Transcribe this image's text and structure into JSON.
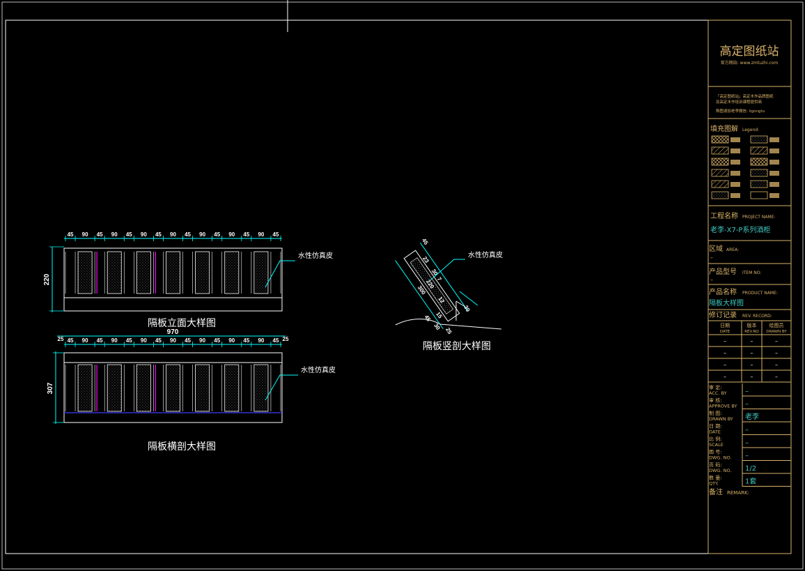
{
  "colors": {
    "background": "#000000",
    "frame": "#ffffff",
    "title_block": "#d9b36a",
    "dimension": "#00ffff",
    "leader": "#00ffff",
    "panel_outline": "#ffffff",
    "hatch": "#bfbfbf",
    "accent_line": "#ff00ff",
    "value_text": "#3fc7c0"
  },
  "drawing": {
    "elevation": {
      "caption": "隔板立面大样图",
      "height_dim": "220",
      "top_dims": [
        "45",
        "90",
        "45",
        "90",
        "45",
        "90",
        "45",
        "90",
        "45",
        "90",
        "45",
        "90",
        "45",
        "90",
        "45"
      ],
      "leader_label": "水性仿真皮"
    },
    "cross_section": {
      "caption": "隔板横剖大样图",
      "overall_dim": "970",
      "edge_dims": [
        "25",
        "25"
      ],
      "top_dims": [
        "45",
        "90",
        "45",
        "90",
        "45",
        "90",
        "45",
        "90",
        "45",
        "90",
        "45",
        "90",
        "45",
        "90",
        "45"
      ],
      "height_dim": "307",
      "leader_label": "水性仿真皮"
    },
    "vertical_section": {
      "caption": "隔板竖剖大样图",
      "leader_label": "水性仿真皮",
      "dims": [
        "45",
        "23",
        "30",
        "7",
        "220",
        "12",
        "300",
        "15",
        "30",
        "45",
        "25",
        "30"
      ]
    }
  },
  "title_block": {
    "brand": "高定图纸站",
    "website": "官方网站: www.zmtuzhi.com",
    "notice_line1": "「高定图纸站」高定木作品牌图纸",
    "notice_line2": "及高定木作培训课程提供商",
    "notice_line3": "购图请加老李微信: ligongtu",
    "legend_title": "填充图解",
    "legend_en": "Legend:",
    "project_label": "工程名称",
    "project_label_en": "PROJECT NAME:",
    "project_value": "老李-X7-P系列酒柜",
    "area_label": "区域",
    "area_label_en": "AREA:",
    "area_value": "–",
    "item_label": "产品型号",
    "item_label_en": "ITEM NO:",
    "item_value": "–",
    "product_label": "产品名称",
    "product_label_en": "PRODUCT NAME:",
    "product_value": "隔板大样图",
    "rev_label": "修订记录",
    "rev_label_en": "REV. RECORD:",
    "rev_headers": [
      {
        "cn": "日期",
        "en": "DATE"
      },
      {
        "cn": "版本",
        "en": "REV.NO"
      },
      {
        "cn": "绘图员",
        "en": "DRAWN BY"
      }
    ],
    "rev_rows": [
      [
        "–",
        "–",
        "–"
      ],
      [
        "–",
        "–",
        "–"
      ],
      [
        "–",
        "–",
        "–"
      ],
      [
        "–",
        "–",
        "–"
      ]
    ],
    "fields": [
      {
        "cn": "审    定:",
        "en": "ACC. BY",
        "value": "–"
      },
      {
        "cn": "审    核:",
        "en": "APPROVE BY",
        "value": "–"
      },
      {
        "cn": "制    图:",
        "en": "DRAWN BY",
        "value": "老李"
      },
      {
        "cn": "日    期:",
        "en": "DATE",
        "value": "–"
      },
      {
        "cn": "比    例:",
        "en": "SCALE",
        "value": "–"
      },
      {
        "cn": "图    号:",
        "en": "DWG. NO.",
        "value": "–"
      },
      {
        "cn": "页    码:",
        "en": "DWG. NO.",
        "value": "1/2"
      },
      {
        "cn": "数    量:",
        "en": "QTY.",
        "value": "1套"
      }
    ],
    "remark_label": "备注",
    "remark_label_en": "REMARK:"
  }
}
